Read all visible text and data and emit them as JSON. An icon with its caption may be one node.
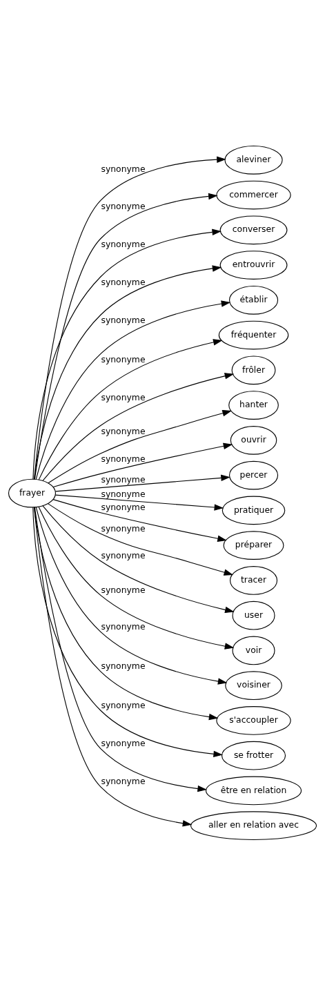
{
  "diagram": {
    "nodes": [
      {
        "text": [
          "frayer"
        ]
      },
      {
        "text": [
          "aleviner"
        ]
      },
      {
        "text": [
          "commercer"
        ]
      },
      {
        "text": [
          "converser"
        ]
      },
      {
        "text": [
          "entrouvrir"
        ]
      },
      {
        "text": [
          "établir"
        ]
      },
      {
        "text": [
          "fréquenter"
        ]
      },
      {
        "text": [
          "frôler"
        ]
      },
      {
        "text": [
          "hanter"
        ]
      },
      {
        "text": [
          "ouvrir"
        ]
      },
      {
        "text": [
          "percer"
        ]
      },
      {
        "text": [
          "pratiquer"
        ]
      },
      {
        "text": [
          "préparer"
        ]
      },
      {
        "text": [
          "tracer"
        ]
      },
      {
        "text": [
          "user"
        ]
      },
      {
        "text": [
          "voir"
        ]
      },
      {
        "text": [
          "voisiner"
        ]
      },
      {
        "text": [
          "s'accoupler"
        ]
      },
      {
        "text": [
          "se frotter"
        ]
      },
      {
        "text": [
          "être en relation"
        ]
      },
      {
        "text": [
          "aller en relation avec"
        ]
      }
    ],
    "edges": [
      {
        "from": 0,
        "to": 1,
        "arrow": "to",
        "label": "synonyme"
      },
      {
        "from": 0,
        "to": 2,
        "arrow": "to",
        "label": "synonyme"
      },
      {
        "from": 0,
        "to": 3,
        "arrow": "to",
        "label": "synonyme"
      },
      {
        "from": 0,
        "to": 4,
        "arrow": "to",
        "label": "synonyme"
      },
      {
        "from": 0,
        "to": 5,
        "arrow": "to",
        "label": "synonyme"
      },
      {
        "from": 0,
        "to": 6,
        "arrow": "to",
        "label": "synonyme"
      },
      {
        "from": 0,
        "to": 7,
        "arrow": "to",
        "label": "synonyme"
      },
      {
        "from": 0,
        "to": 8,
        "arrow": "to",
        "label": "synonyme"
      },
      {
        "from": 0,
        "to": 9,
        "arrow": "to",
        "label": "synonyme"
      },
      {
        "from": 0,
        "to": 10,
        "arrow": "to",
        "label": "synonyme"
      },
      {
        "from": 0,
        "to": 11,
        "arrow": "to",
        "label": "synonyme"
      },
      {
        "from": 0,
        "to": 12,
        "arrow": "to",
        "label": "synonyme"
      },
      {
        "from": 0,
        "to": 13,
        "arrow": "to",
        "label": "synonyme"
      },
      {
        "from": 0,
        "to": 14,
        "arrow": "to",
        "label": "synonyme"
      },
      {
        "from": 0,
        "to": 15,
        "arrow": "to",
        "label": "synonyme"
      },
      {
        "from": 0,
        "to": 16,
        "arrow": "to",
        "label": "synonyme"
      },
      {
        "from": 0,
        "to": 17,
        "arrow": "to",
        "label": "synonyme"
      },
      {
        "from": 0,
        "to": 18,
        "arrow": "to",
        "label": "synonyme"
      },
      {
        "from": 0,
        "to": 19,
        "arrow": "to",
        "label": "synonyme"
      },
      {
        "from": 0,
        "to": 20,
        "arrow": "to",
        "label": "synonyme"
      }
    ]
  }
}
